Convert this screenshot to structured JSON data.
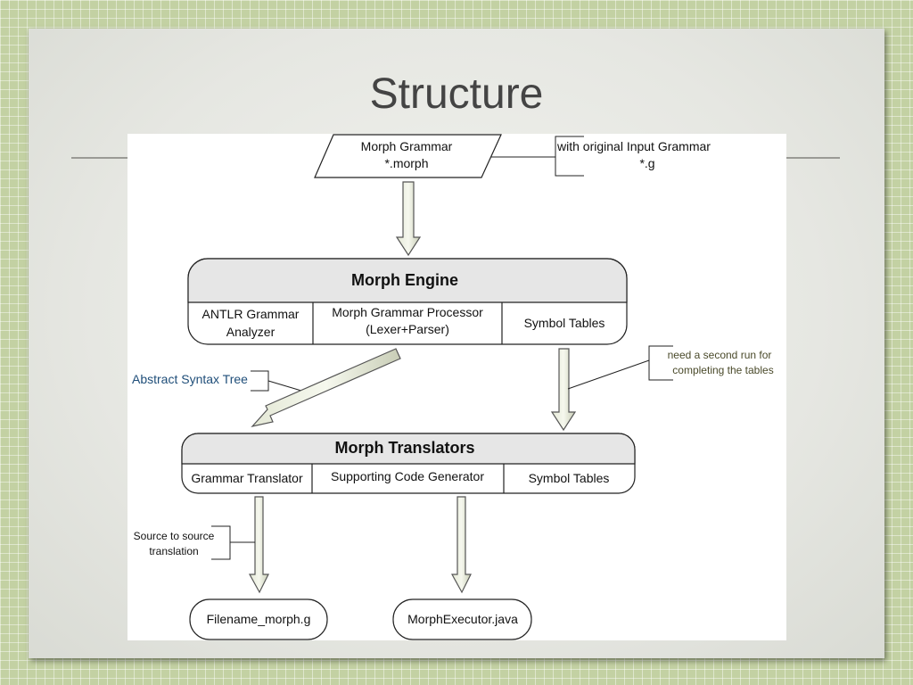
{
  "slide": {
    "title": "Structure"
  },
  "diagram": {
    "input": {
      "line1": "Morph Grammar",
      "line2": "*.morph"
    },
    "note_input": {
      "line1": "with original Input Grammar",
      "line2": "*.g"
    },
    "engine": {
      "title": "Morph Engine",
      "cell1": {
        "line1": "ANTLR Grammar",
        "line2": "Analyzer"
      },
      "cell2": {
        "line1": "Morph Grammar Processor",
        "line2": "(Lexer+Parser)"
      },
      "cell3": "Symbol Tables"
    },
    "note_ast": "Abstract Syntax Tree",
    "note_second_run": {
      "line1": "need a second run for",
      "line2": "completing the tables"
    },
    "translators": {
      "title": "Morph Translators",
      "cell1": "Grammar Translator",
      "cell2": "Supporting Code Generator",
      "cell3": "Symbol Tables"
    },
    "note_source": {
      "line1": "Source to source",
      "line2": "translation"
    },
    "output1": "Filename_morph.g",
    "output2": "MorphExecutor.java"
  }
}
